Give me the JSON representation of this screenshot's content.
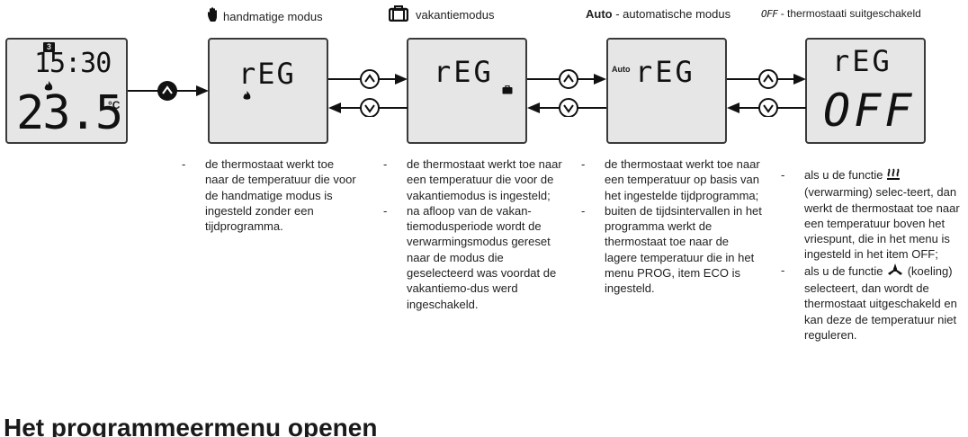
{
  "headers": {
    "manual": "handmatige modus",
    "holiday": "vakantiemodus",
    "auto_bold": "Auto",
    "auto_rest": " - automatische modus",
    "off_lcd": "OFF",
    "off_rest": " - thermostaati suitgeschakeld"
  },
  "screens": {
    "main": {
      "day": "3",
      "time": "15:30",
      "temp": "23.5",
      "unit": "°C"
    },
    "manual": {
      "text": "rEG"
    },
    "holiday": {
      "text": "rEG"
    },
    "auto": {
      "badge": "Auto",
      "text": "rEG"
    },
    "off": {
      "text": "rEG",
      "text2": "OFF"
    }
  },
  "columns": {
    "manual": [
      "de thermostaat werkt toe naar de temperatuur die voor de handmatige modus is ingesteld zonder een tijdprogramma."
    ],
    "holiday": [
      "de thermostaat werkt toe naar een temperatuur die voor de vakantiemodus is ingesteld;",
      "na afloop van de vakan-tiemodusperiode wordt de verwarmingsmodus gereset naar de modus die geselecteerd was voordat de vakantiemo-dus werd ingeschakeld."
    ],
    "auto": [
      "de thermostaat werkt toe naar een temperatuur op basis van het ingestelde tijdprogramma;",
      "buiten de tijdsintervallen in het programma werkt de thermostaat toe naar de lagere temperatuur die in het menu PROG, item ECO is ingesteld."
    ],
    "off": {
      "item1_a": "als u de functie",
      "item1_b": "(verwarming) selec-teert, dan werkt de thermostaat toe naar een temperatuur boven het vriespunt, die in het menu is ingesteld in het item OFF;",
      "item2_a": "als u de functie",
      "item2_b": "(koeling) selecteert, dan wordt de thermostaat uitgeschakeld en kan deze de temperatuur niet reguleren."
    }
  },
  "title": "Het programmeermenu openen"
}
